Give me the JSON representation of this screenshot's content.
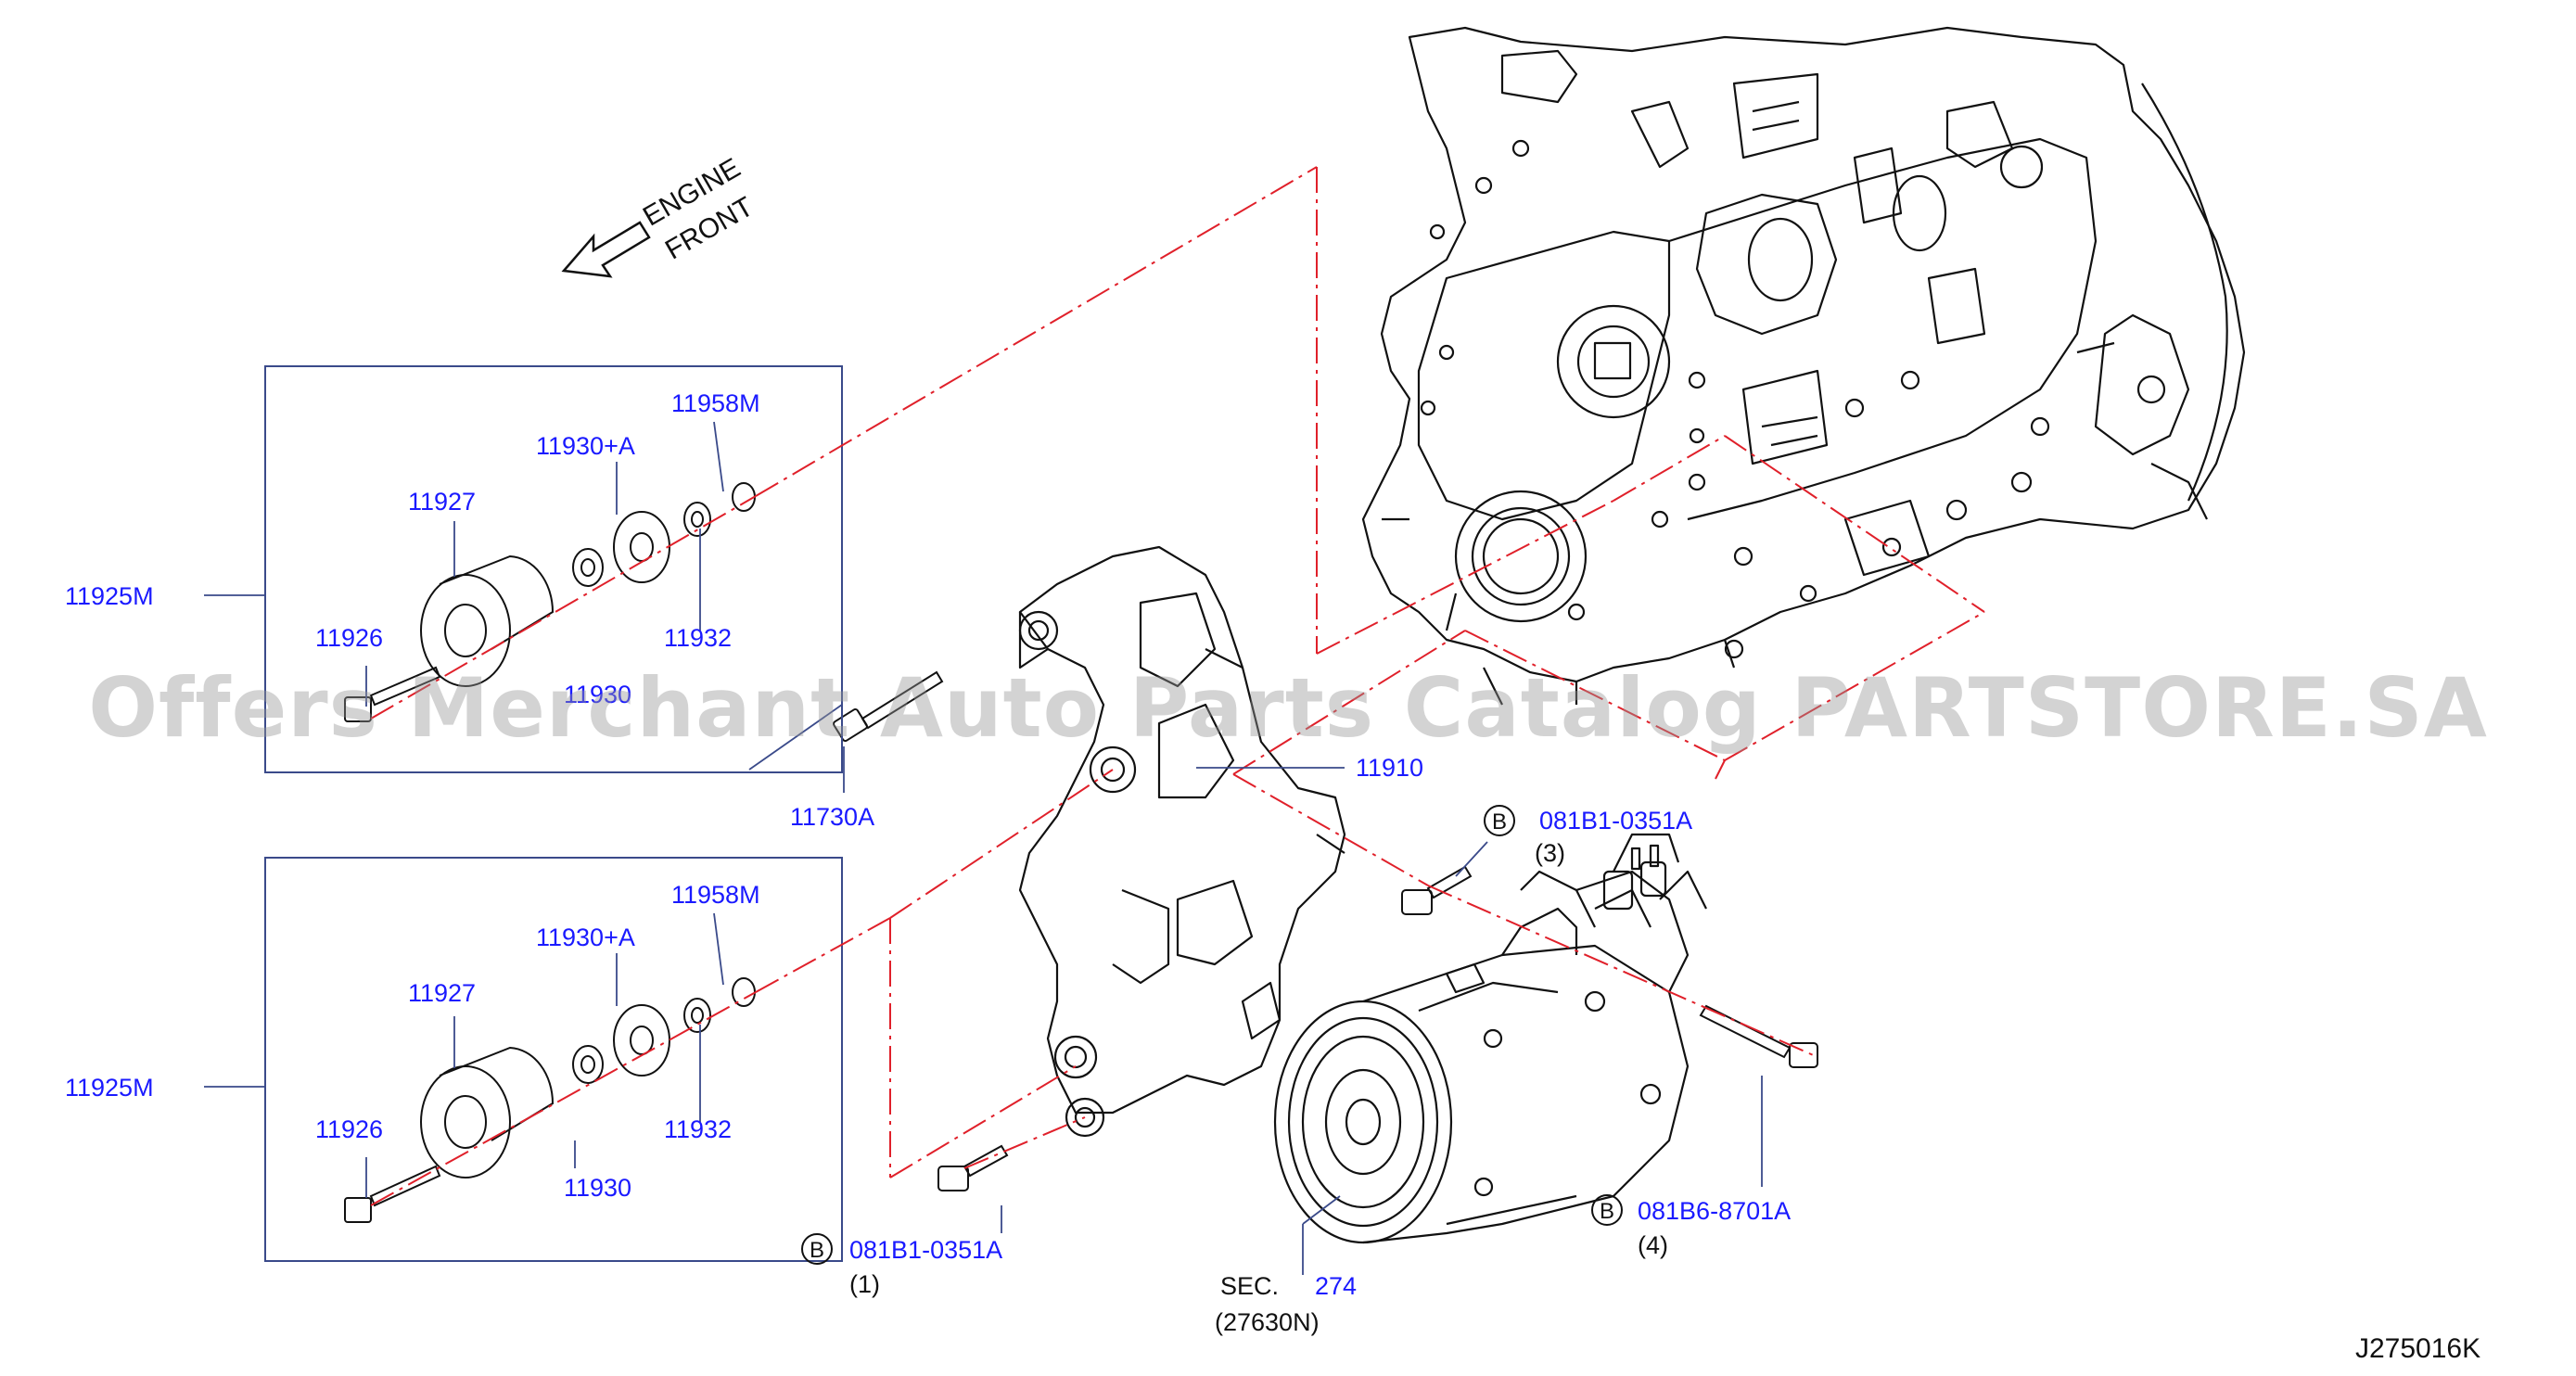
{
  "orientation": {
    "line1": "ENGINE",
    "line2": "FRONT"
  },
  "upper_group": {
    "assembly": "11925M",
    "parts": {
      "idler": "11927",
      "bolt": "11926",
      "washer_inner": "11930",
      "washer_outer": "11930+A",
      "spacer": "11932",
      "cap": "11958M"
    }
  },
  "lower_group": {
    "assembly": "11925M",
    "parts": {
      "idler": "11927",
      "bolt": "11926",
      "washer_inner": "11930",
      "washer_outer": "11930+A",
      "spacer": "11932",
      "cap": "11958M"
    }
  },
  "bracket": {
    "part": "11910",
    "bolt": "11730A"
  },
  "fasteners": [
    {
      "badge": "B",
      "part": "081B1-0351A",
      "qty": "(3)"
    },
    {
      "badge": "B",
      "part": "081B1-0351A",
      "qty": "(1)"
    },
    {
      "badge": "B",
      "part": "081B6-8701A",
      "qty": "(4)"
    }
  ],
  "compressor": {
    "sec_label": "SEC.",
    "sec_number": "274",
    "part": "(27630N)"
  },
  "diagram_id": "J275016K",
  "watermark": "Offers Merchant Auto Parts Catalog PARTSTORE.SA",
  "colors": {
    "callout": "#1a1aff",
    "centerline": "#e0202a",
    "line": "#111111",
    "frame": "#3a4a8a"
  }
}
